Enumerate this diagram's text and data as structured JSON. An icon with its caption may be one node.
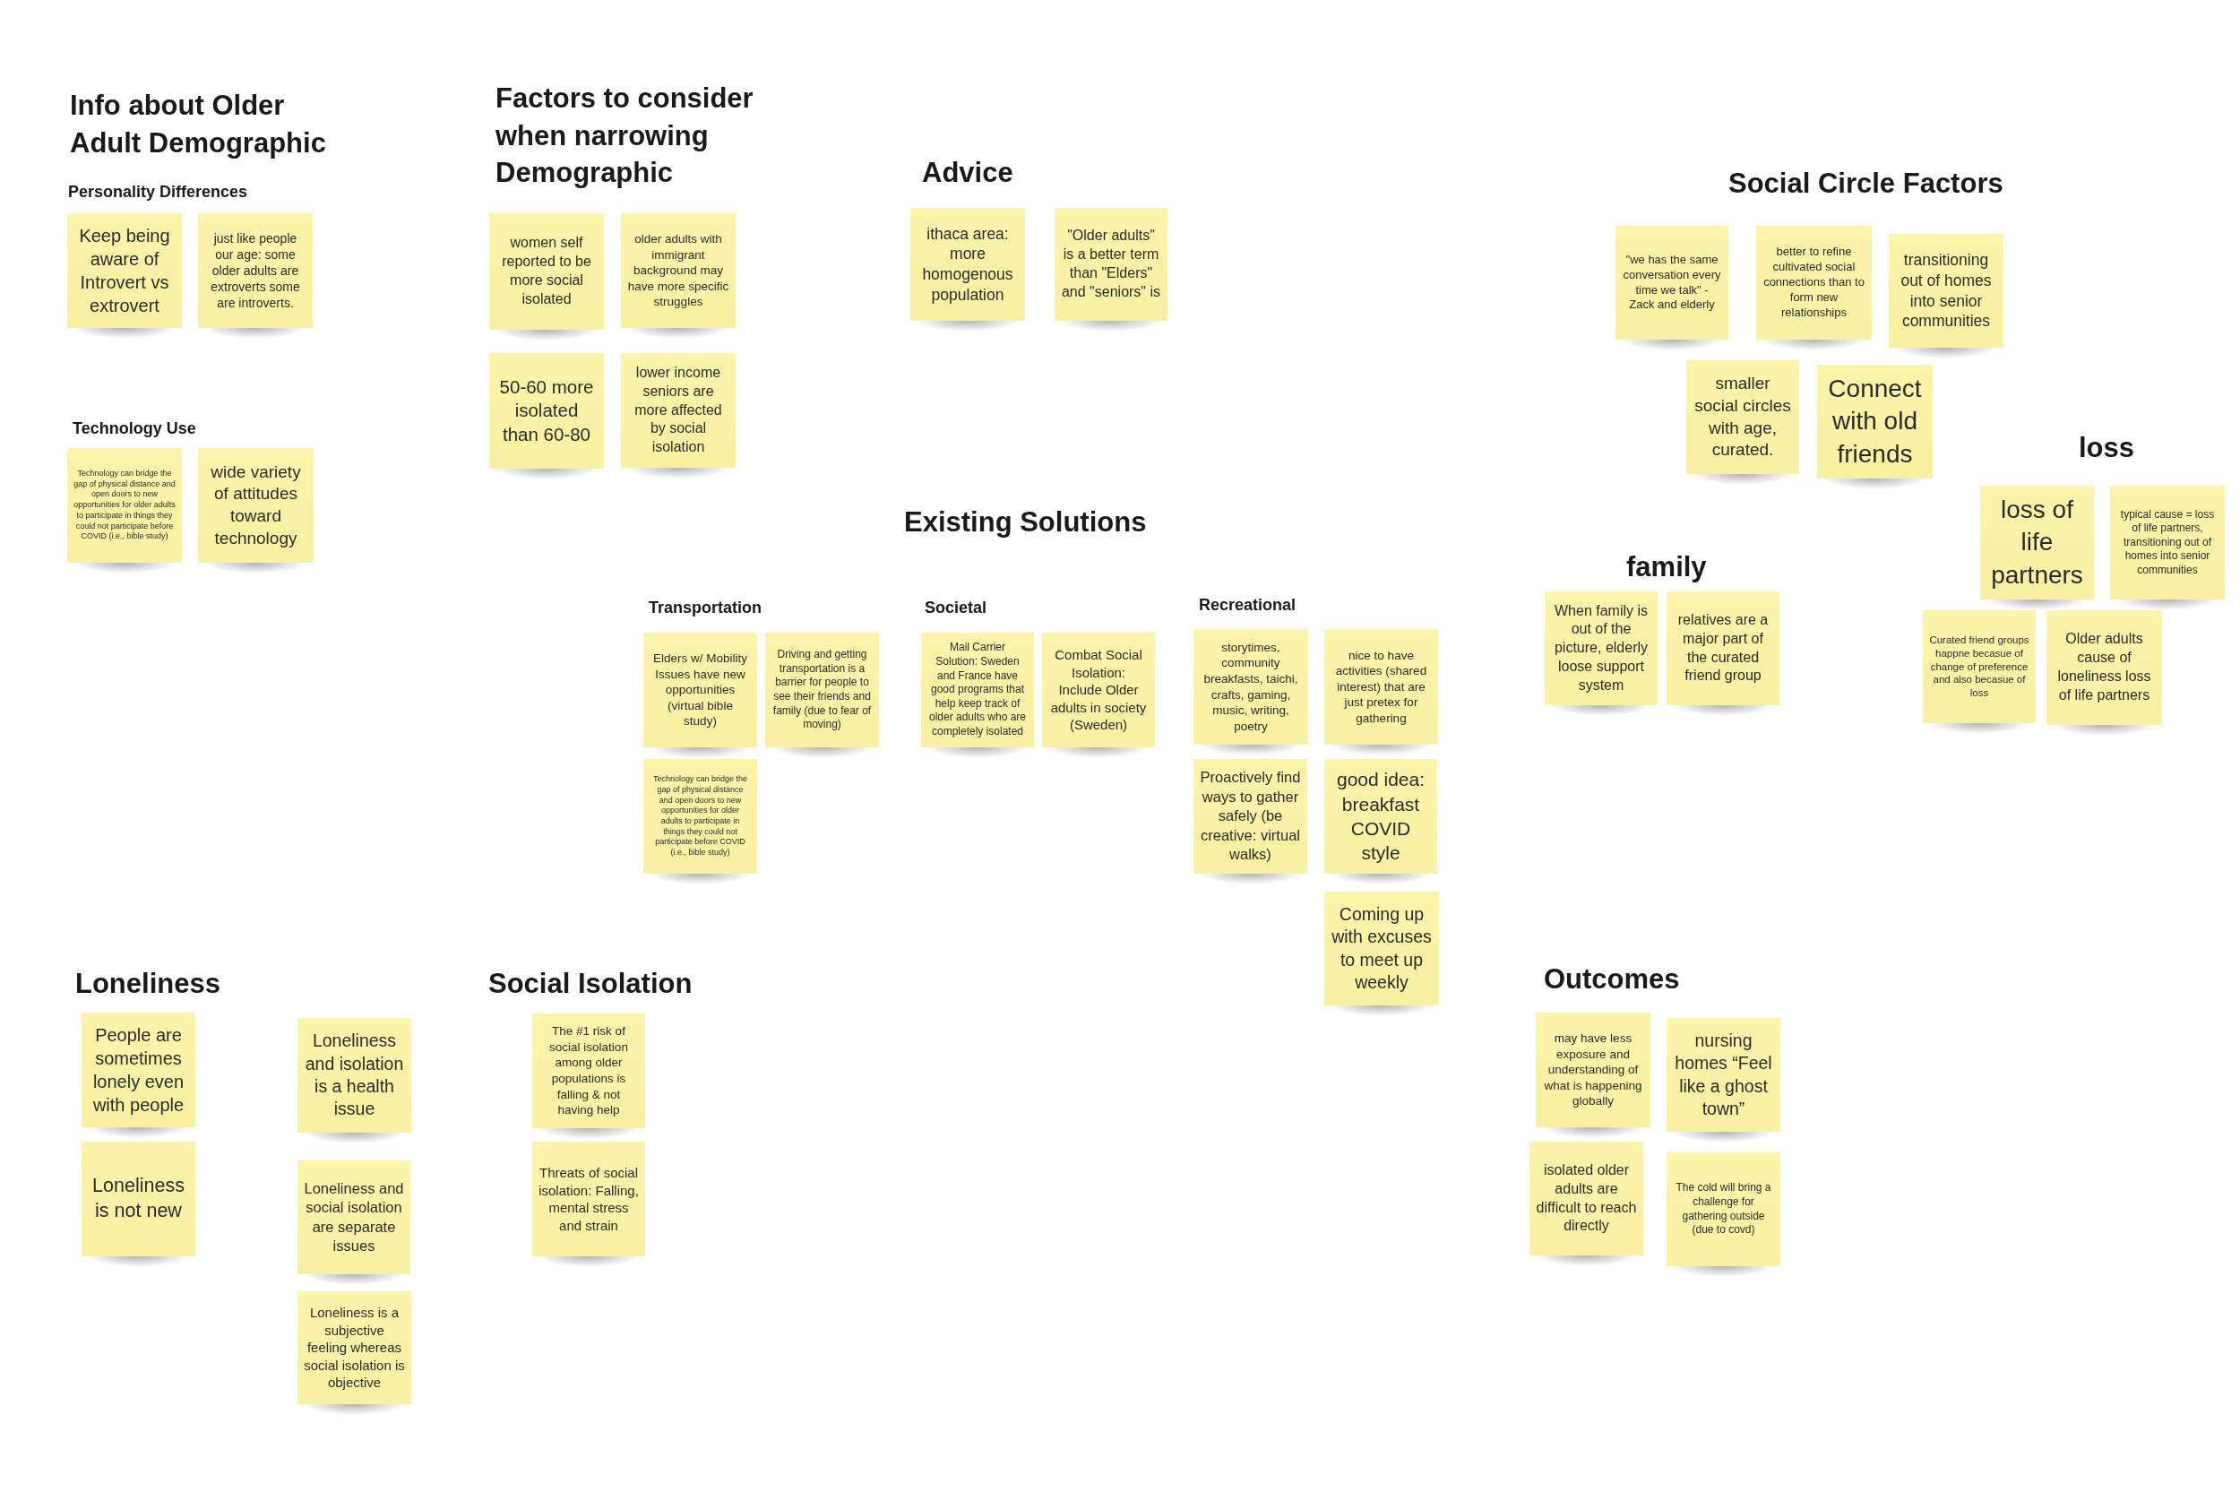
{
  "diagram": {
    "nodes": [
      {
        "text": [
          "Keep being aware of Introvert vs extrovert"
        ]
      },
      {
        "text": [
          "just like people our age: some older adults are extroverts some are introverts."
        ]
      },
      {
        "text": [
          "Technology can bridge the gap of physical distance and open doors to new opportunities for older adults to participate in things they could not participate before COVID (i.e., bible study)"
        ]
      },
      {
        "text": [
          "wide variety of attitudes toward technology"
        ]
      },
      {
        "text": [
          "women self reported to be more social isolated"
        ]
      },
      {
        "text": [
          "older adults with immigrant background may have more specific struggles"
        ]
      },
      {
        "text": [
          "50-60 more isolated than 60-80"
        ]
      },
      {
        "text": [
          "lower income seniors are more affected by social isolation"
        ]
      },
      {
        "text": [
          "ithaca area: more homogenous population"
        ]
      },
      {
        "text": [
          "\"Older adults\" is a better term than \"Elders\" and \"seniors\" is"
        ]
      },
      {
        "text": [
          "\"we has the same conversation every time we talk\" - Zack and elderly"
        ]
      },
      {
        "text": [
          "better to refine cultivated social connections than to form new relationships"
        ]
      },
      {
        "text": [
          "transitioning out of homes into senior communities"
        ]
      },
      {
        "text": [
          "smaller social circles with age, curated."
        ]
      },
      {
        "text": [
          "Connect with old friends"
        ]
      },
      {
        "text": [
          "Elders w/ Mobility Issues have new opportunities (virtual bible study)"
        ]
      },
      {
        "text": [
          "Driving and getting transportation is a barrier for people to see their friends and family (due to fear of moving)"
        ]
      },
      {
        "text": [
          "Technology can bridge the gap of physical distance and open doors to new opportunities for older adults to participate in things they could not participate before COVID (i.e., bible study)"
        ]
      },
      {
        "text": [
          "Mail Carrier Solution: Sweden and France have good programs that help keep track of older adults who are completely isolated"
        ]
      },
      {
        "text": [
          "Combat Social Isolation: Include Older adults in society (Sweden)"
        ]
      },
      {
        "text": [
          "storytimes, community breakfasts, taichi, crafts, gaming, music, writing, poetry"
        ]
      },
      {
        "text": [
          "nice to have activities (shared interest) that are just pretex for gathering"
        ]
      },
      {
        "text": [
          "Proactively find ways to gather safely (be creative: virtual walks)"
        ]
      },
      {
        "text": [
          "good idea: breakfast COVID style"
        ]
      },
      {
        "text": [
          "Coming up with excuses to meet up weekly"
        ]
      },
      {
        "text": [
          "loss of life partners"
        ]
      },
      {
        "text": [
          "typical cause = loss of life partners, transitioning out of homes into senior communities"
        ]
      },
      {
        "text": [
          "Curated friend groups happne becasue of change of preference and also becasue of loss"
        ]
      },
      {
        "text": [
          "Older adults cause of loneliness loss of life partners"
        ]
      },
      {
        "text": [
          "When family is out of the picture, elderly loose support system"
        ]
      },
      {
        "text": [
          "relatives are a major part of the curated friend group"
        ]
      },
      {
        "text": [
          "People are sometimes lonely even with people"
        ]
      },
      {
        "text": [
          "Loneliness is not new"
        ]
      },
      {
        "text": [
          "Loneliness and isolation is a health issue"
        ]
      },
      {
        "text": [
          "Loneliness and social isolation are separate issues"
        ]
      },
      {
        "text": [
          "Loneliness is a subjective feeling whereas social isolation is objective"
        ]
      },
      {
        "text": [
          "The #1 risk of social isolation among older populations is falling & not having help"
        ]
      },
      {
        "text": [
          "Threats of social isolation: Falling, mental stress and strain"
        ]
      },
      {
        "text": [
          "may have less exposure and understanding of what is happening globally"
        ]
      },
      {
        "text": [
          "nursing homes “Feel like a ghost town”"
        ]
      },
      {
        "text": [
          "isolated older adults are difficult to reach directly"
        ]
      },
      {
        "text": [
          "The cold will bring a challenge for gathering outside (due to covd)"
        ]
      }
    ],
    "labels": [
      "Info about Older Adult Demographic",
      "Personality Differences",
      "Technology Use",
      "Factors to consider when narrowing Demographic",
      "Advice",
      "Social Circle Factors",
      "Existing Solutions",
      "Transportation",
      "Societal",
      "Recreational",
      "loss",
      "family",
      "Loneliness",
      "Social Isolation",
      "Outcomes"
    ]
  }
}
